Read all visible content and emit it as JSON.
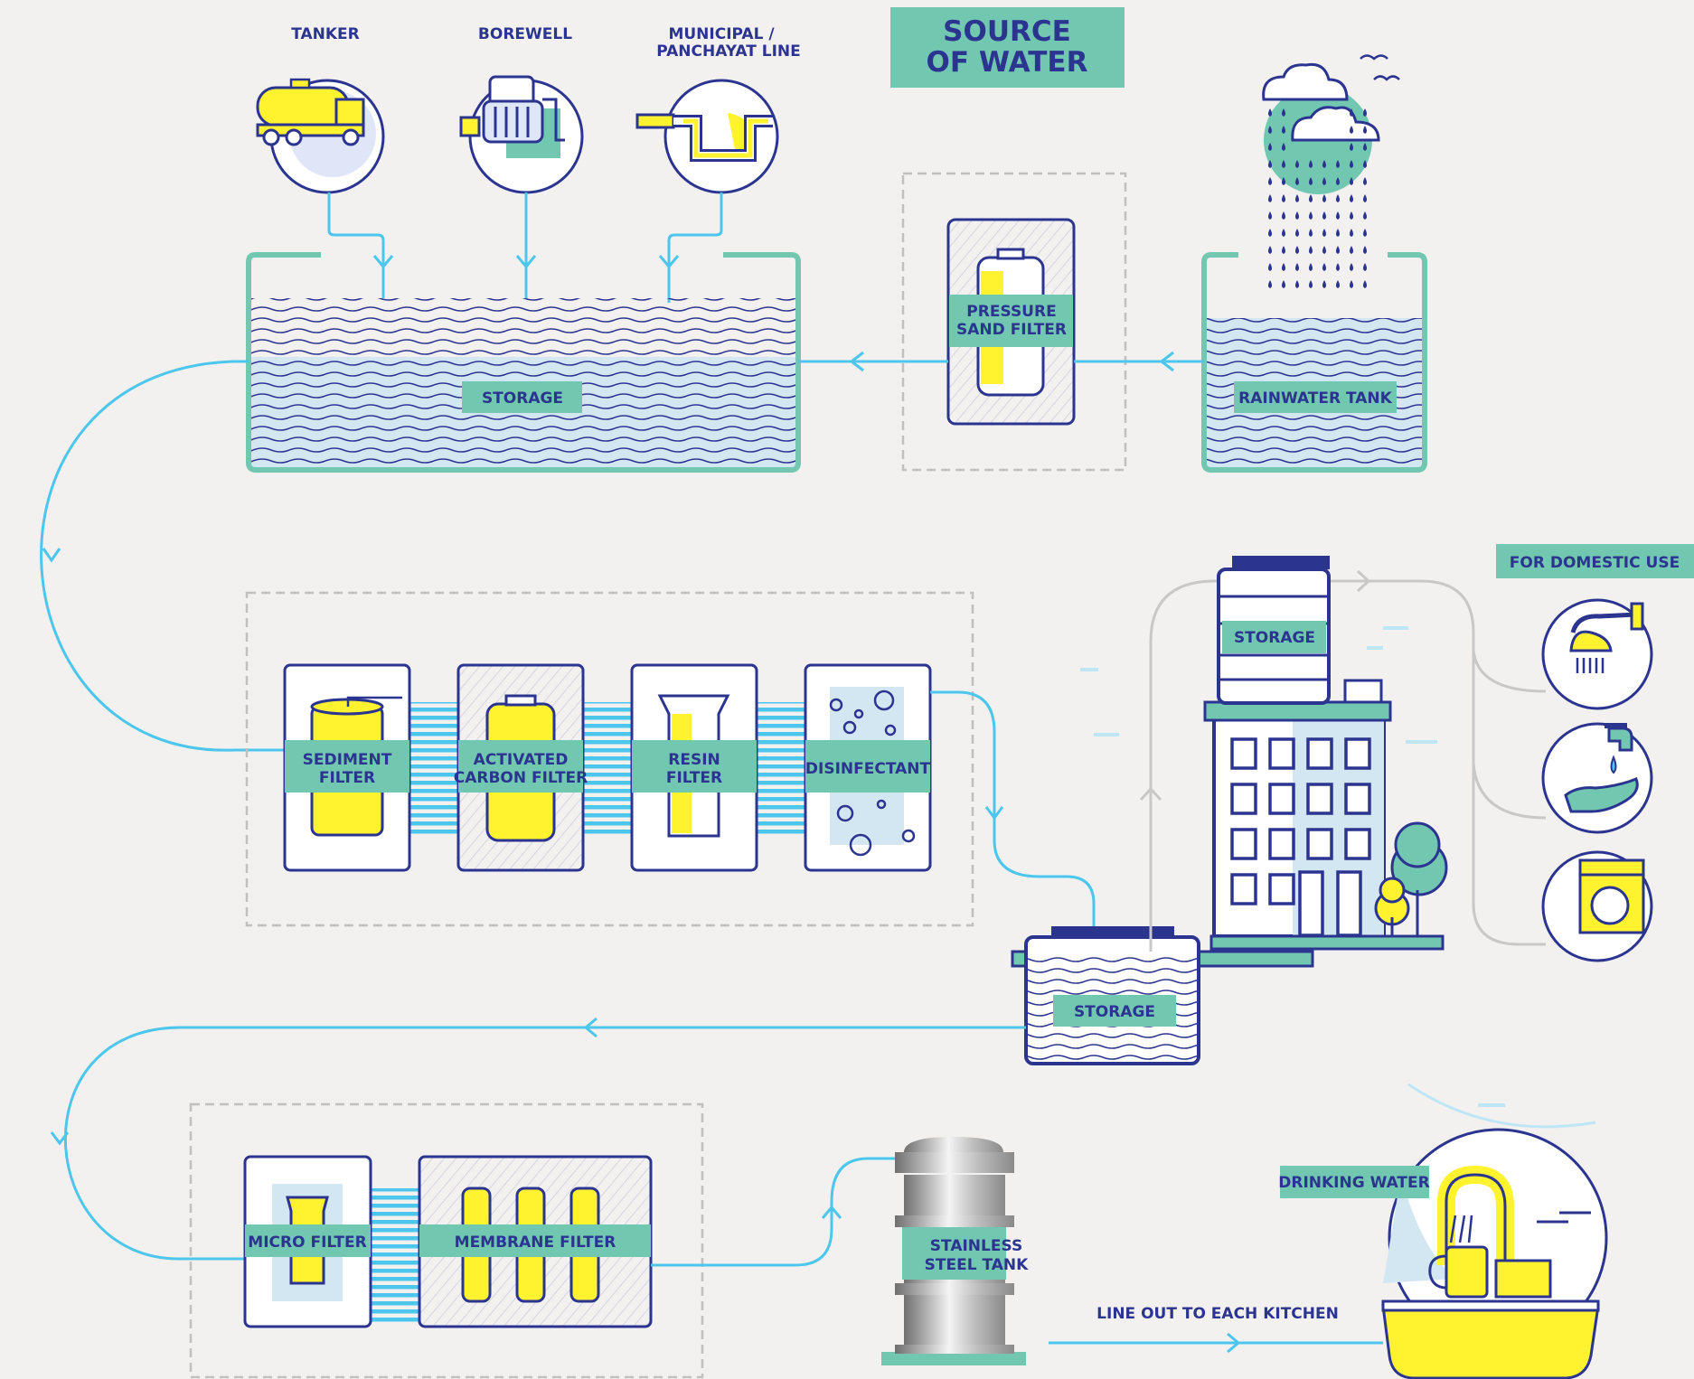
{
  "title": [
    "SOURCE",
    "OF WATER"
  ],
  "sources": {
    "tanker": "TANKER",
    "borewell": "BOREWELL",
    "municipal": [
      "MUNICIPAL /",
      "PANCHAYAT LINE"
    ]
  },
  "storage_main": "STORAGE",
  "pressure_sand_filter": [
    "PRESSURE",
    "SAND FILTER"
  ],
  "rainwater_tank": "RAINWATER TANK",
  "filters": {
    "sediment": [
      "SEDIMENT",
      "FILTER"
    ],
    "carbon": [
      "ACTIVATED",
      "CARBON FILTER"
    ],
    "resin": [
      "RESIN",
      "FILTER"
    ],
    "disinfectant": "DISINFECTANT"
  },
  "storage_sump": "STORAGE",
  "storage_overhead": "STORAGE",
  "domestic_use": "FOR DOMESTIC USE",
  "micro_filter": "MICRO FILTER",
  "membrane_filter": "MEMBRANE FILTER",
  "stainless_tank": [
    "STAINLESS",
    "STEEL TANK"
  ],
  "line_out": "LINE OUT TO EACH KITCHEN",
  "drinking_water": "DRINKING WATER",
  "colors": {
    "navy": "#2b3590",
    "teal": "#72c7b1",
    "yellow": "#fff22e",
    "pipe": "#4cc6ec",
    "grey": "#b5b5b5",
    "background": "#f3f1ef"
  }
}
